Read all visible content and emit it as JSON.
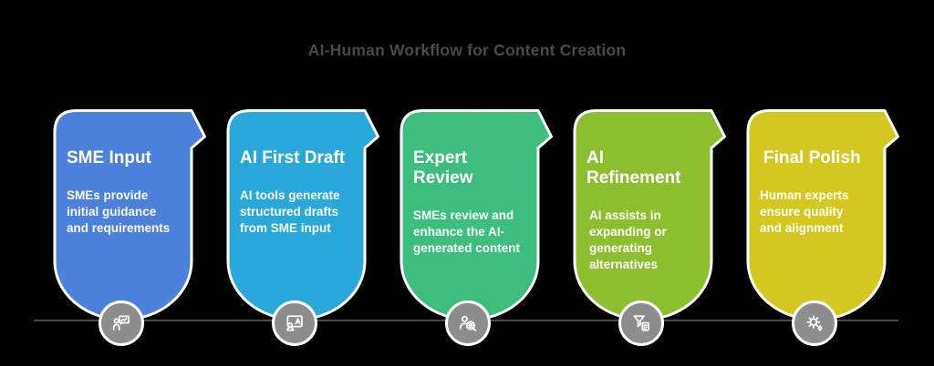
{
  "title": "AI-Human Workflow for Content Creation",
  "steps": [
    {
      "label": "SME Input",
      "description": "SMEs provide initial guidance and requirements",
      "icon": "presenter-speech-bubble-icon",
      "color": "#4d80da"
    },
    {
      "label": "AI First Draft",
      "description": "AI tools generate structured drafts from SME input",
      "icon": "screen-letter-a-person-icon",
      "color": "#2aa8da"
    },
    {
      "label": "Expert Review",
      "description": "SMEs review and enhance the AI-generated content",
      "icon": "person-magnifier-gear-icon",
      "color": "#3dbd7e"
    },
    {
      "label": "AI Refinement",
      "description": "AI assists in expanding or generating alternatives",
      "icon": "funnel-document-icon",
      "color": "#8cbe2f"
    },
    {
      "label": "Final Polish",
      "description": "Human experts ensure quality and alignment",
      "icon": "gear-sparkle-icon",
      "color": "#d4c71f"
    }
  ],
  "colors": {
    "background": "#000000",
    "icon_circle": "#8d8d8d",
    "timeline": "#4a4a4a",
    "title_text": "#4a4a4a",
    "card_text": "#ffffff",
    "card_outline": "#ffffff"
  }
}
